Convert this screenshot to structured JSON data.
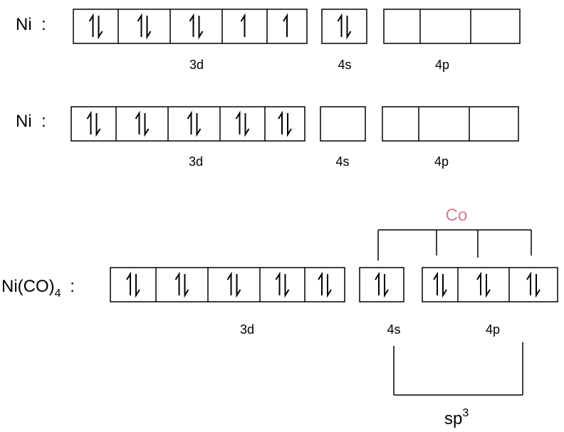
{
  "colors": {
    "line": "#000000",
    "ligand": "#d08090"
  },
  "rows": [
    {
      "id": "ni-ground",
      "label": "Ni  :",
      "subshells": [
        {
          "name": "3d",
          "orbitals": [
            "pair",
            "pair",
            "pair",
            "up",
            "up"
          ]
        },
        {
          "name": "4s",
          "orbitals": [
            "pair"
          ]
        },
        {
          "name": "4p",
          "orbitals": [
            "empty",
            "empty",
            "empty"
          ]
        }
      ]
    },
    {
      "id": "ni-excited",
      "label": "Ni  :",
      "subshells": [
        {
          "name": "3d",
          "orbitals": [
            "pair",
            "pair",
            "pair",
            "pair",
            "pair"
          ]
        },
        {
          "name": "4s",
          "orbitals": [
            "empty"
          ]
        },
        {
          "name": "4p",
          "orbitals": [
            "empty",
            "empty",
            "empty"
          ]
        }
      ]
    },
    {
      "id": "ni-co4",
      "label_main": "Ni(CO)",
      "label_sub": "4",
      "label_tail": " :",
      "subshells": [
        {
          "name": "3d",
          "orbitals": [
            "pair",
            "pair",
            "pair",
            "pair",
            "pair"
          ]
        },
        {
          "name": "4s",
          "orbitals": [
            "pair"
          ]
        },
        {
          "name": "4p",
          "orbitals": [
            "pair",
            "pair",
            "pair"
          ]
        }
      ]
    }
  ],
  "ligand_label": "Co",
  "hybrid": {
    "base": "sp",
    "sup": "3"
  }
}
